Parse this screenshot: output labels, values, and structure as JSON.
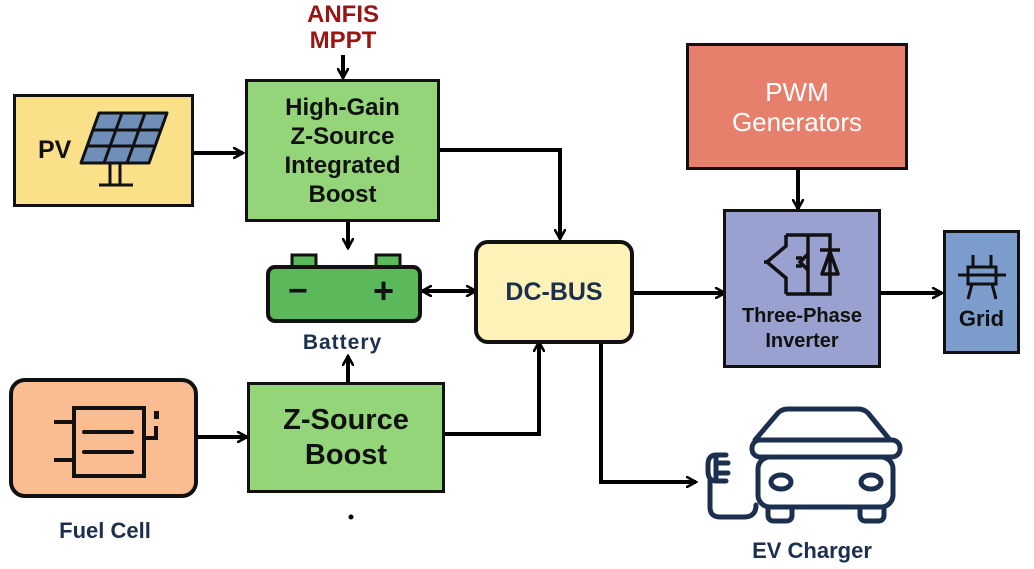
{
  "diagram": {
    "control": {
      "mppt_label_line1": "ANFIS",
      "mppt_label_line2": "MPPT",
      "mppt_color": "#9b1414"
    },
    "blocks": {
      "pv": {
        "label": "PV",
        "icon": "solar-panel-icon",
        "color": "#fbe08a"
      },
      "hg_boost": {
        "line1": "High-Gain",
        "line2": "Z-Source",
        "line3": "Integrated",
        "line4": "Boost",
        "color": "#94d57a"
      },
      "battery": {
        "label": "Battery",
        "minus": "−",
        "plus": "+",
        "icon": "battery-icon",
        "color": "#5bb85b"
      },
      "dc_bus": {
        "label": "DC-BUS",
        "color": "#fdf3b8"
      },
      "fuel_cell": {
        "label": "Fuel Cell",
        "icon": "fuel-cell-icon",
        "color": "#f9bd91"
      },
      "zs_boost": {
        "line1": "Z-Source",
        "line2": "Boost",
        "color": "#94d57a"
      },
      "pwm": {
        "line1": "PWM",
        "line2": "Generators",
        "color": "#e77f6d"
      },
      "inverter": {
        "line1": "Three-Phase",
        "line2": "Inverter",
        "icon": "igbt-switch-icon",
        "color": "#98a1cf"
      },
      "grid": {
        "label": "Grid",
        "icon": "transmission-tower-icon",
        "color": "#7c9ccc"
      },
      "ev": {
        "label": "EV Charger",
        "icon": "ev-car-charger-icon",
        "color": "#1c2f4f"
      }
    },
    "connections": [
      {
        "from": "ANFIS MPPT",
        "to": "High-Gain Z-Source Integrated Boost"
      },
      {
        "from": "PV",
        "to": "High-Gain Z-Source Integrated Boost"
      },
      {
        "from": "High-Gain Z-Source Integrated Boost",
        "to": "Battery"
      },
      {
        "from": "High-Gain Z-Source Integrated Boost",
        "to": "DC-BUS"
      },
      {
        "from": "Battery",
        "to": "DC-BUS",
        "bidirectional": true
      },
      {
        "from": "Fuel Cell",
        "to": "Z-Source Boost"
      },
      {
        "from": "Z-Source Boost",
        "to": "Battery"
      },
      {
        "from": "Z-Source Boost",
        "to": "DC-BUS"
      },
      {
        "from": "DC-BUS",
        "to": "Three-Phase Inverter"
      },
      {
        "from": "DC-BUS",
        "to": "EV Charger"
      },
      {
        "from": "PWM Generators",
        "to": "Three-Phase Inverter"
      },
      {
        "from": "Three-Phase Inverter",
        "to": "Grid"
      }
    ]
  }
}
